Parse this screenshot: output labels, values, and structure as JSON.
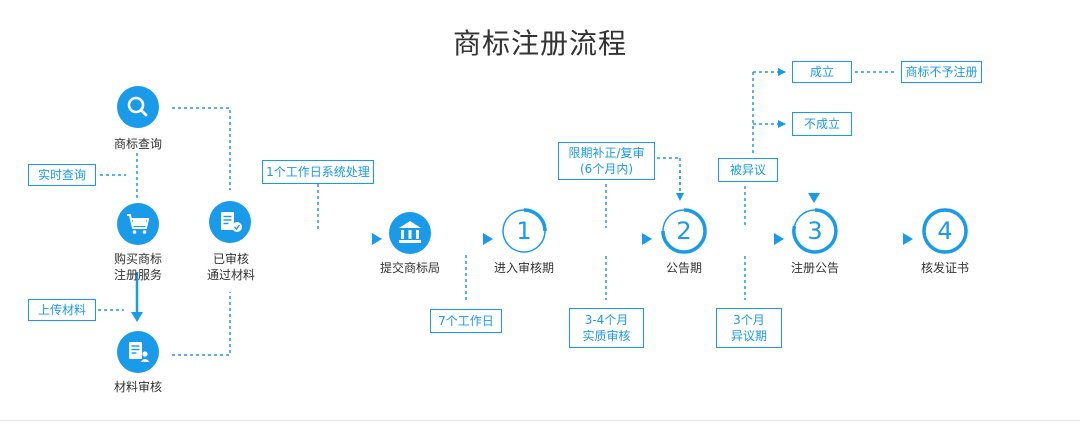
{
  "title": "商标注册流程",
  "left": {
    "search": "商标查询",
    "buy_line1": "购买商标",
    "buy_line2": "注册服务",
    "material_review": "材料审核",
    "approved_line1": "已审核",
    "approved_line2": "通过材料",
    "realtime_query": "实时查询",
    "upload_material": "上传材料"
  },
  "flow": {
    "submit": "提交商标局",
    "system_process": "1个工作日系统处理",
    "step1": {
      "num": "1",
      "label": "进入审核期",
      "note": "7个工作日"
    },
    "step2": {
      "num": "2",
      "label": "公告期",
      "note_line1": "3-4个月",
      "note_line2": "实质审核",
      "top_line1": "限期补正/复审",
      "top_line2": "(6个月内)"
    },
    "step3": {
      "num": "3",
      "label": "注册公告",
      "note_line1": "3个月",
      "note_line2": "异议期",
      "objection": "被异议",
      "established": "成立",
      "not_established": "不成立",
      "not_registered": "商标不予注册"
    },
    "step4": {
      "num": "4",
      "label": "核发证书"
    }
  },
  "colors": {
    "accent": "#1a9bea",
    "text": "#333333"
  }
}
